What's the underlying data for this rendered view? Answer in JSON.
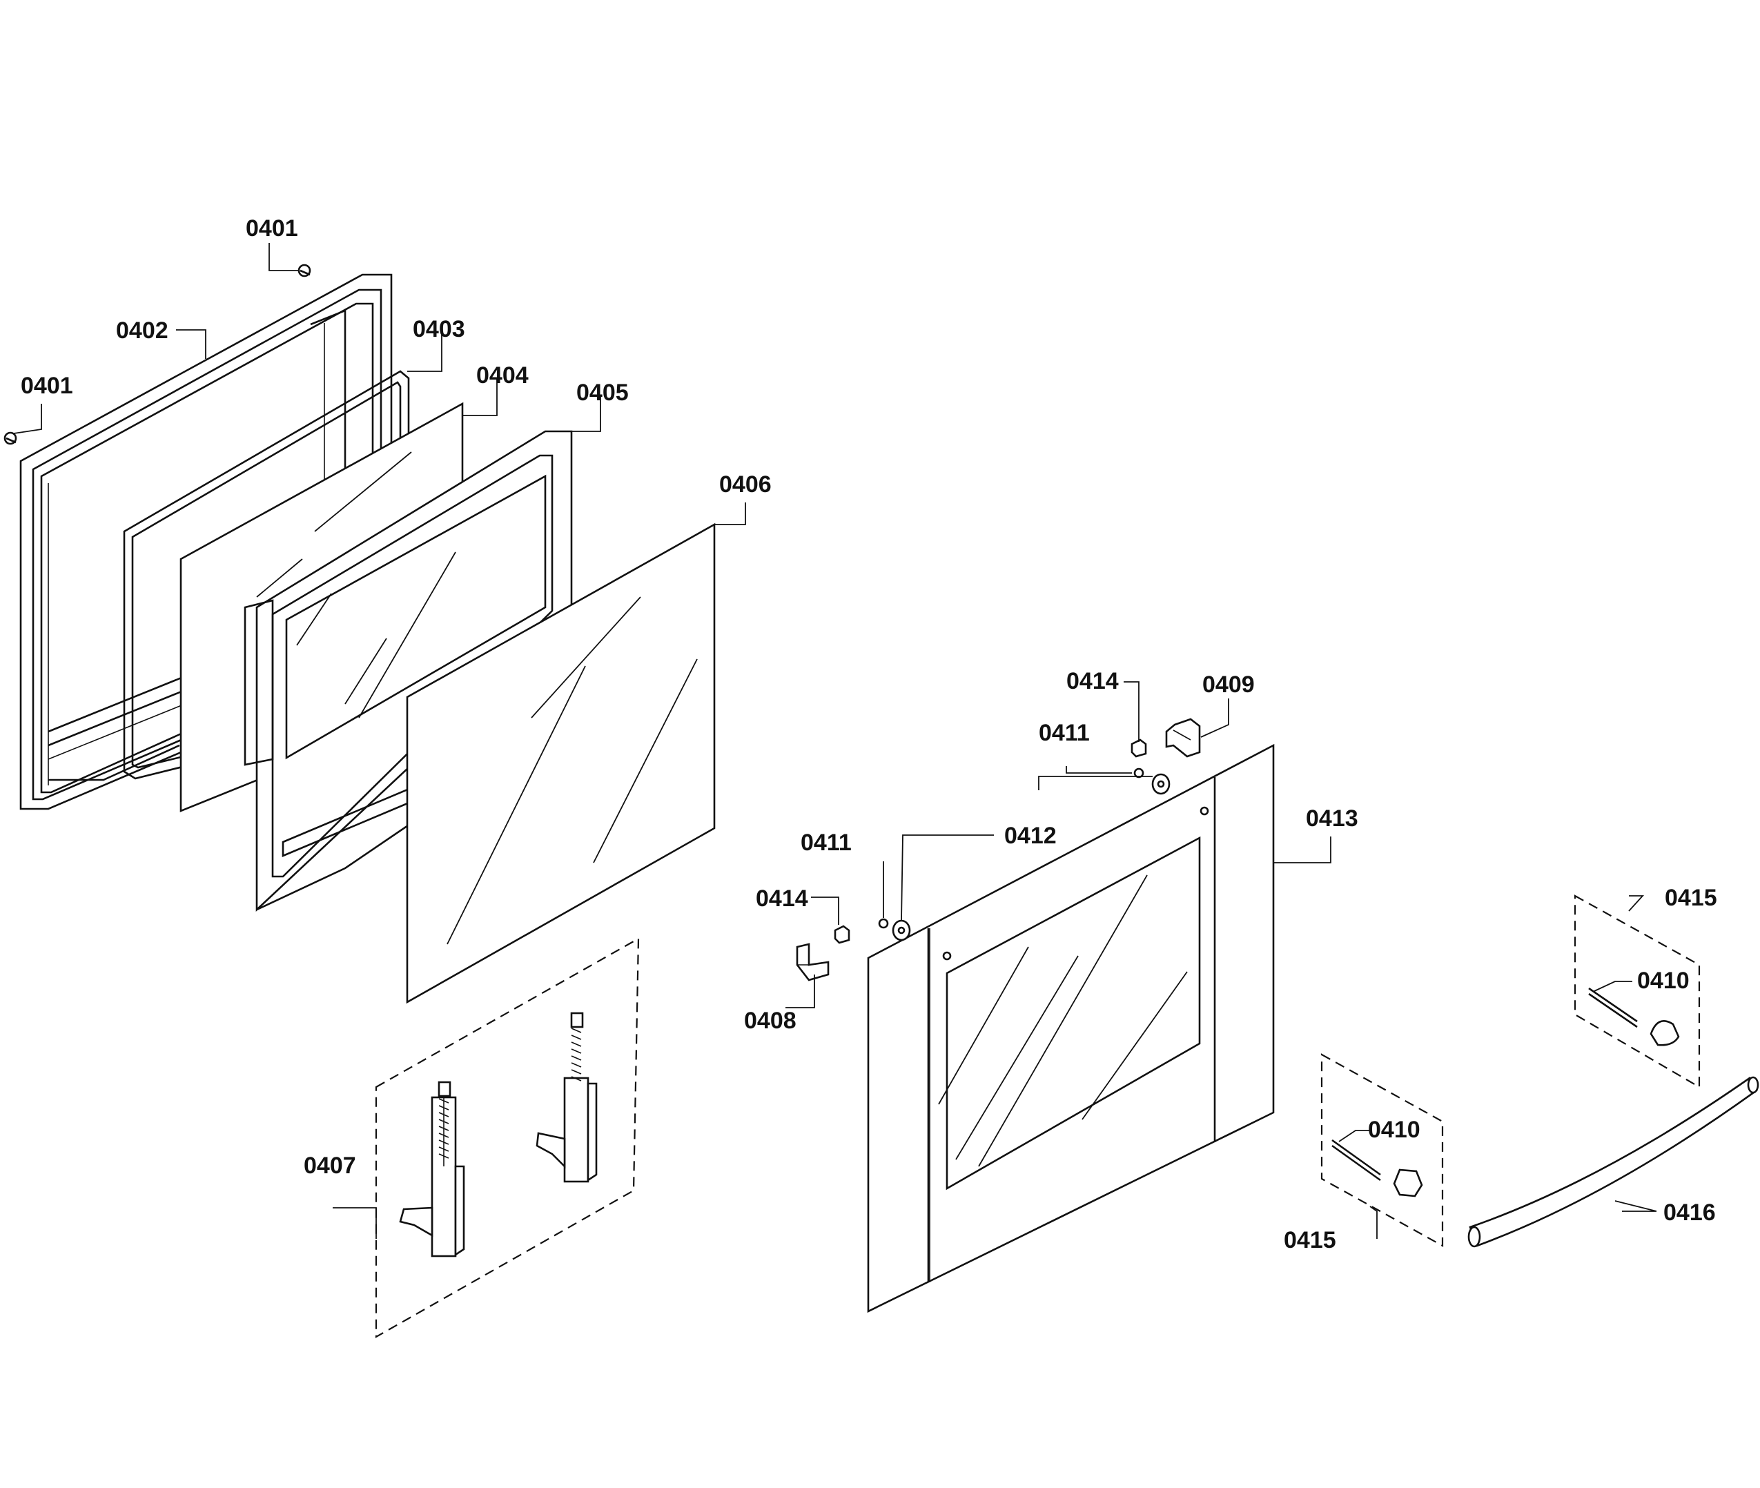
{
  "callouts": [
    {
      "id": "c-0401-top",
      "label": "0401"
    },
    {
      "id": "c-0401-left",
      "label": "0401"
    },
    {
      "id": "c-0402",
      "label": "0402"
    },
    {
      "id": "c-0403",
      "label": "0403"
    },
    {
      "id": "c-0404",
      "label": "0404"
    },
    {
      "id": "c-0405",
      "label": "0405"
    },
    {
      "id": "c-0406",
      "label": "0406"
    },
    {
      "id": "c-0407",
      "label": "0407"
    },
    {
      "id": "c-0408",
      "label": "0408"
    },
    {
      "id": "c-0409",
      "label": "0409"
    },
    {
      "id": "c-0410-a",
      "label": "0410"
    },
    {
      "id": "c-0410-b",
      "label": "0410"
    },
    {
      "id": "c-0411-a",
      "label": "0411"
    },
    {
      "id": "c-0411-b",
      "label": "0411"
    },
    {
      "id": "c-0412",
      "label": "0412"
    },
    {
      "id": "c-0413",
      "label": "0413"
    },
    {
      "id": "c-0414-a",
      "label": "0414"
    },
    {
      "id": "c-0414-b",
      "label": "0414"
    },
    {
      "id": "c-0415-a",
      "label": "0415"
    },
    {
      "id": "c-0415-b",
      "label": "0415"
    },
    {
      "id": "c-0416",
      "label": "0416"
    }
  ]
}
